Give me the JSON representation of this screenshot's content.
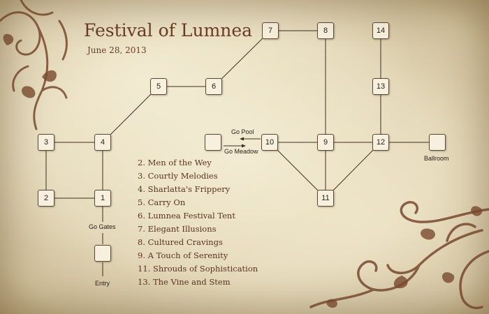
{
  "title": "Festival of Lumnea",
  "date": "June 28, 2013",
  "nodes": {
    "n1": "1",
    "n2": "2",
    "n3": "3",
    "n4": "4",
    "n5": "5",
    "n6": "6",
    "n7": "7",
    "n8": "8",
    "n9": "9",
    "n10": "10",
    "n11": "11",
    "n12": "12",
    "n13": "13",
    "n14": "14"
  },
  "labels": {
    "go_gates": "Go Gates",
    "entry": "Entry",
    "go_pool": "Go Pool",
    "go_meadow": "Go Meadow",
    "ballroom": "Ballroom"
  },
  "legend": [
    "2. Men of the Wey",
    "3. Courtly Melodies",
    "4. Sharlatta's Frippery",
    "5. Carry On",
    "6. Lumnea Festival Tent",
    "7. Elegant Illusions",
    "8. Cultured Cravings",
    "9. A Touch of Serenity",
    "11. Shrouds of Sophistication",
    "13. The Vine and Stem"
  ],
  "colors": {
    "parchment": "#e2d6b6",
    "ink_title": "#6b3b24",
    "node_fill": "#f8f0df",
    "ornament": "#7a4a2e"
  }
}
